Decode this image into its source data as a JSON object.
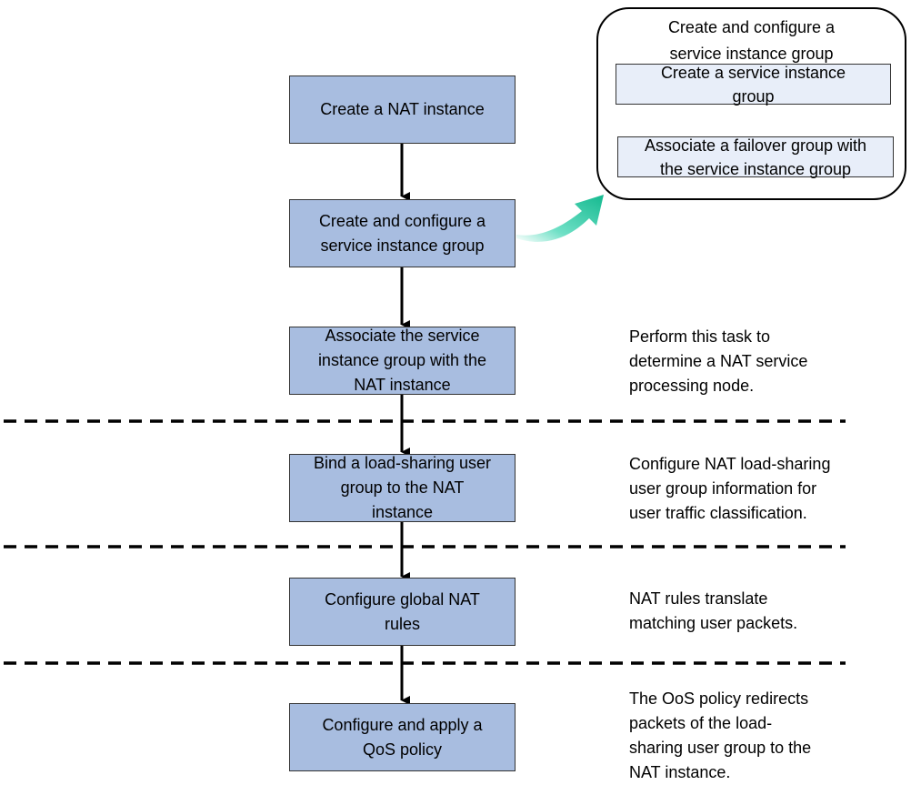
{
  "steps": [
    "Create a NAT instance",
    "Create and configure a\nservice instance group",
    "Associate the service\ninstance group with the\nNAT instance",
    "Bind a load-sharing user\ngroup to the NAT\ninstance",
    "Configure global NAT\nrules",
    "Configure and apply a\nQoS policy"
  ],
  "notes": [
    "Perform this task to\ndetermine a NAT service\nprocessing node.",
    "Configure NAT load-sharing\nuser group information for\nuser traffic classification.",
    "NAT rules translate\nmatching user packets.",
    "The OoS policy redirects\npackets of the load-\nsharing user group to the\nNAT instance."
  ],
  "callout": {
    "title": "Create and configure a\nservice instance group",
    "substeps": [
      "Create a service instance\ngroup",
      "Associate a failover group with\nthe service instance group"
    ]
  },
  "colors": {
    "step_fill": "#a8bde0",
    "substep_fill": "#e8eef9",
    "callout_arrow": "#22c9a2"
  }
}
